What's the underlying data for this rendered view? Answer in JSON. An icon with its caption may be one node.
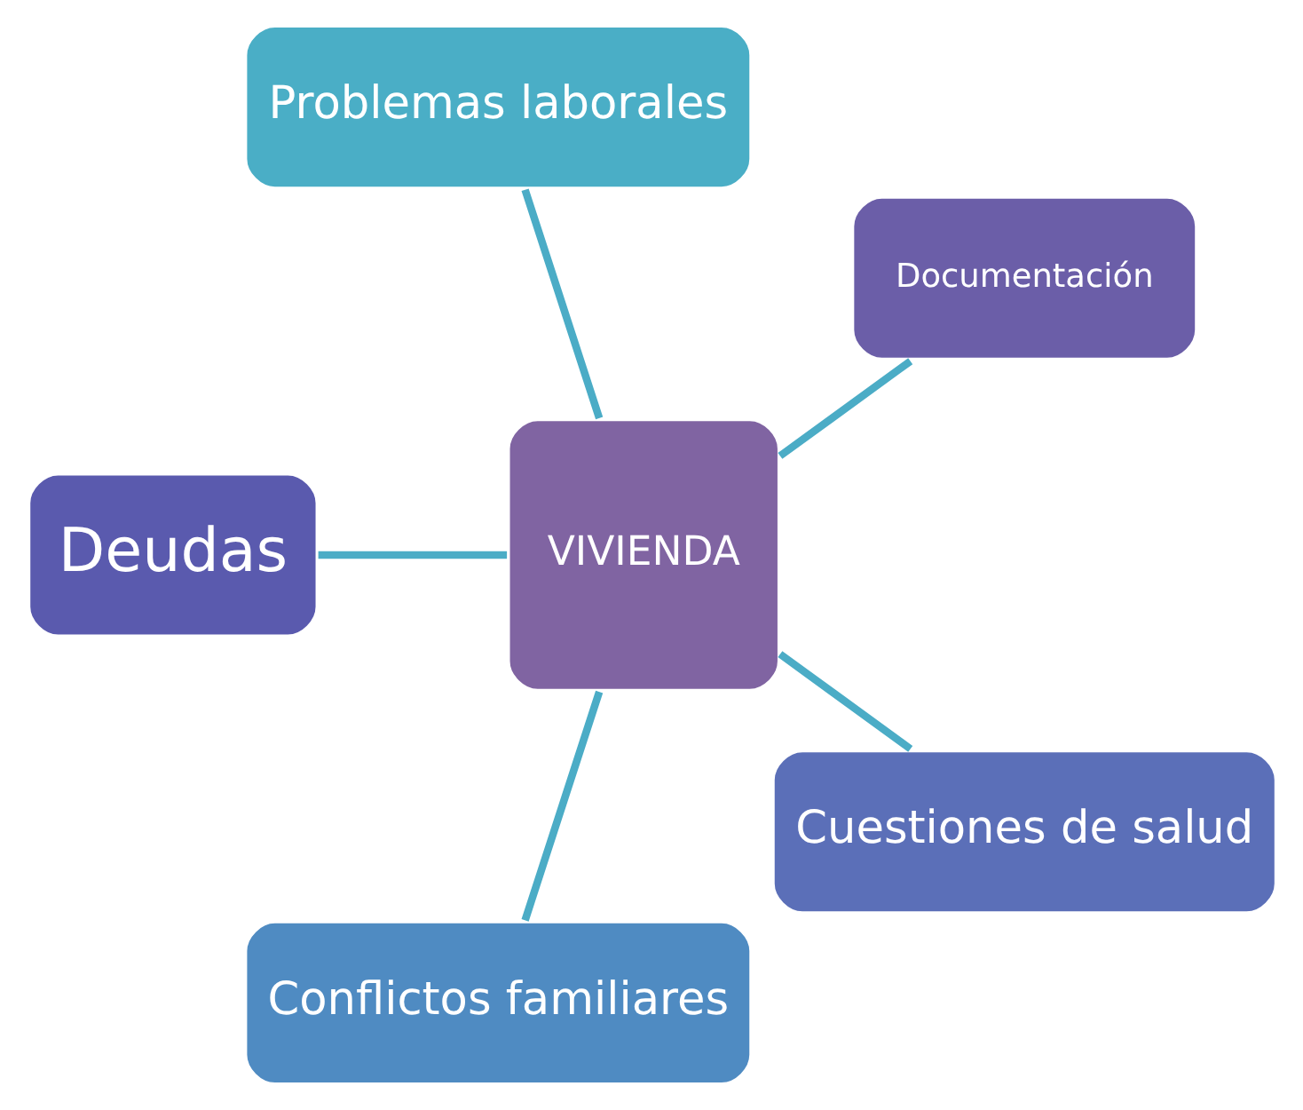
{
  "diagram": {
    "nodes": [
      {
        "text": [
          "Documentación"
        ]
      },
      {
        "text": [
          "Problemas laborales"
        ]
      },
      {
        "text": [
          "Deudas"
        ]
      },
      {
        "text": [
          "VIVIENDA"
        ]
      },
      {
        "text": [
          "Conflictos familiares"
        ]
      },
      {
        "text": [
          "Cuestiones de salud"
        ]
      }
    ],
    "edges": [
      {
        "from": 3,
        "to": 0,
        "arrow": "none"
      },
      {
        "from": 3,
        "to": 2,
        "arrow": "none"
      },
      {
        "from": 3,
        "to": 5,
        "arrow": "none"
      },
      {
        "from": 3,
        "to": 4,
        "arrow": "none"
      },
      {
        "from": 3,
        "to": 1,
        "arrow": "none"
      }
    ]
  }
}
